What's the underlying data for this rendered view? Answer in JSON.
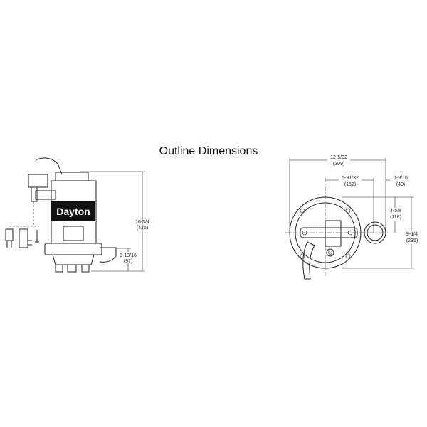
{
  "title": "Outline Dimensions",
  "brand_label": "Dayton",
  "side_view": {
    "height": {
      "in": "16-3/4",
      "mm": "(426)"
    },
    "discharge_height": {
      "in": "3-13/16",
      "mm": "(97)"
    }
  },
  "top_view": {
    "overall_width": {
      "in": "12-5/32",
      "mm": "(309)"
    },
    "center_to_discharge": {
      "in": "5-31/32",
      "mm": "(152)"
    },
    "discharge_offset": {
      "in": "1-9/16",
      "mm": "(40)"
    },
    "center_to_top": {
      "in": "4-5/8",
      "mm": "(118)"
    },
    "overall_depth": {
      "in": "9-1/4",
      "mm": "(235)"
    }
  }
}
